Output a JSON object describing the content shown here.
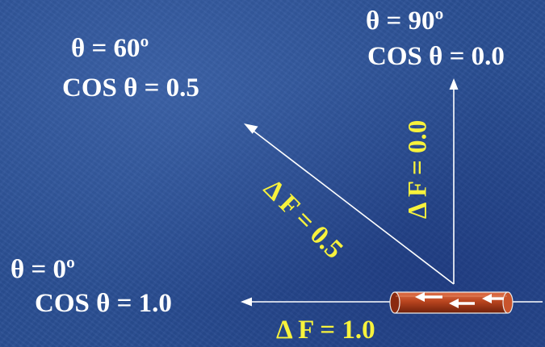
{
  "labels": {
    "theta90": "θ = 90º",
    "cos90": "COS θ = 0.0",
    "theta60": "θ = 60º",
    "cos60": "COS θ = 0.5",
    "theta0": "θ = 0º",
    "cos0": "COS θ = 1.0",
    "df00": "Δ F = 0.0",
    "df05": "Δ F = 0.5",
    "df10": "Δ F = 1.0"
  },
  "colors": {
    "background": "#2a4f93",
    "text": "#ffffff",
    "highlight": "#f7f23c",
    "pipe": "#b8441e"
  }
}
